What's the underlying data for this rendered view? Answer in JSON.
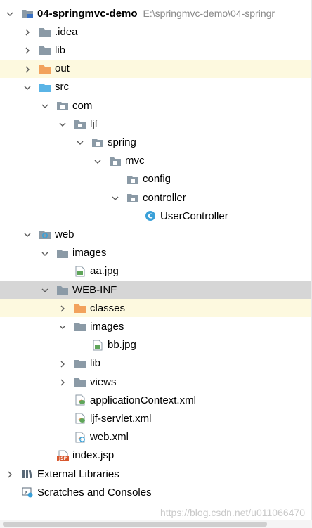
{
  "colors": {
    "folder_gray": "#8b9aa6",
    "folder_blue": "#5ab4e6",
    "folder_orange": "#f2a25c",
    "class_blue": "#3aa0d8",
    "jsp_red": "#d8572e",
    "xml_orange": "#e27a3a",
    "xml_green": "#5fa55a",
    "highlight_yellow": "#fdf9df",
    "highlight_gray": "#d6d6d6",
    "path_gray": "#8a8a8a"
  },
  "tree": [
    {
      "label": "04-springmvc-demo",
      "path": "E:\\springmvc-demo\\04-springr",
      "indent": 0,
      "chevron": "down",
      "icon": "module-folder-icon",
      "bold": true,
      "highlight": ""
    },
    {
      "label": ".idea",
      "indent": 1,
      "chevron": "right",
      "icon": "folder-icon",
      "highlight": ""
    },
    {
      "label": "lib",
      "indent": 1,
      "chevron": "right",
      "icon": "folder-icon",
      "highlight": ""
    },
    {
      "label": "out",
      "indent": 1,
      "chevron": "right",
      "icon": "excluded-folder-icon",
      "highlight": "yellow"
    },
    {
      "label": "src",
      "indent": 1,
      "chevron": "down",
      "icon": "source-folder-icon",
      "highlight": ""
    },
    {
      "label": "com",
      "indent": 2,
      "chevron": "down",
      "icon": "package-icon",
      "highlight": ""
    },
    {
      "label": "ljf",
      "indent": 3,
      "chevron": "down",
      "icon": "package-icon",
      "highlight": ""
    },
    {
      "label": "spring",
      "indent": 4,
      "chevron": "down",
      "icon": "package-icon",
      "highlight": ""
    },
    {
      "label": "mvc",
      "indent": 5,
      "chevron": "down",
      "icon": "package-icon",
      "highlight": ""
    },
    {
      "label": "config",
      "indent": 6,
      "chevron": "none",
      "icon": "package-icon",
      "highlight": ""
    },
    {
      "label": "controller",
      "indent": 6,
      "chevron": "down",
      "icon": "package-icon",
      "highlight": ""
    },
    {
      "label": "UserController",
      "indent": 7,
      "chevron": "none",
      "icon": "class-icon",
      "highlight": ""
    },
    {
      "label": "web",
      "indent": 1,
      "chevron": "down",
      "icon": "web-folder-icon",
      "highlight": ""
    },
    {
      "label": "images",
      "indent": 2,
      "chevron": "down",
      "icon": "folder-icon",
      "highlight": ""
    },
    {
      "label": "aa.jpg",
      "indent": 3,
      "chevron": "none",
      "icon": "image-file-icon",
      "highlight": ""
    },
    {
      "label": "WEB-INF",
      "indent": 2,
      "chevron": "down",
      "icon": "folder-icon",
      "highlight": "gray"
    },
    {
      "label": "classes",
      "indent": 3,
      "chevron": "right",
      "icon": "excluded-folder-icon",
      "highlight": "yellow"
    },
    {
      "label": "images",
      "indent": 3,
      "chevron": "down",
      "icon": "folder-icon",
      "highlight": ""
    },
    {
      "label": "bb.jpg",
      "indent": 4,
      "chevron": "none",
      "icon": "image-file-icon",
      "highlight": ""
    },
    {
      "label": "lib",
      "indent": 3,
      "chevron": "right",
      "icon": "folder-icon",
      "highlight": ""
    },
    {
      "label": "views",
      "indent": 3,
      "chevron": "right",
      "icon": "folder-icon",
      "highlight": ""
    },
    {
      "label": "applicationContext.xml",
      "indent": 3,
      "chevron": "none",
      "icon": "spring-xml-icon",
      "highlight": ""
    },
    {
      "label": "ljf-servlet.xml",
      "indent": 3,
      "chevron": "none",
      "icon": "spring-xml-icon",
      "highlight": ""
    },
    {
      "label": "web.xml",
      "indent": 3,
      "chevron": "none",
      "icon": "web-xml-icon",
      "highlight": ""
    },
    {
      "label": "index.jsp",
      "indent": 2,
      "chevron": "none",
      "icon": "jsp-file-icon",
      "highlight": ""
    },
    {
      "label": "External Libraries",
      "indent": 0,
      "chevron": "right",
      "icon": "libraries-icon",
      "highlight": ""
    },
    {
      "label": "Scratches and Consoles",
      "indent": 0,
      "chevron": "none",
      "icon": "scratches-icon",
      "highlight": ""
    }
  ],
  "watermark": "https://blog.csdn.net/u011066470"
}
